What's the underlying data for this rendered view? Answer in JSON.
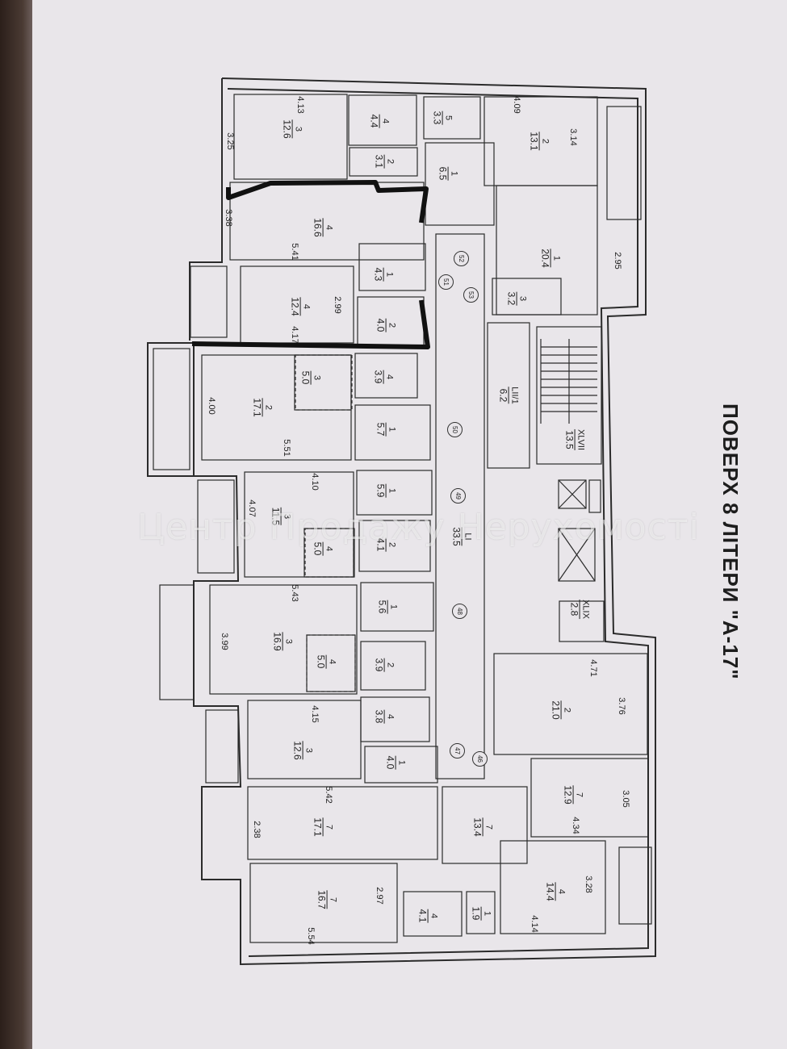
{
  "title": "ПОВЕРХ 8 ЛІТЕРИ \"А-17\"",
  "watermark": "Центр Продажу Нерухомості",
  "rooms": [
    {
      "id": "r1",
      "room_no": "3",
      "area": "12.6"
    },
    {
      "id": "r2",
      "room_no": "4",
      "area": "4.4"
    },
    {
      "id": "r3",
      "room_no": "5",
      "area": "3.3"
    },
    {
      "id": "r4",
      "room_no": "2",
      "area": "13.1"
    },
    {
      "id": "r5",
      "room_no": "2",
      "area": "3.1"
    },
    {
      "id": "r6",
      "room_no": "1",
      "area": "6.5"
    },
    {
      "id": "r7",
      "room_no": "4",
      "area": "16.6"
    },
    {
      "id": "r8",
      "room_no": "1",
      "area": "20.4"
    },
    {
      "id": "r9",
      "room_no": "1",
      "area": "4.3"
    },
    {
      "id": "r10",
      "room_no": "4",
      "area": "12.4"
    },
    {
      "id": "r11",
      "room_no": "2",
      "area": "4.0"
    },
    {
      "id": "r12",
      "room_no": "3",
      "area": "3.2"
    },
    {
      "id": "r13",
      "room_no": "3",
      "area": "5.0"
    },
    {
      "id": "r14",
      "room_no": "4",
      "area": "3.9"
    },
    {
      "id": "r15",
      "room_no": "LII/1",
      "area": "6.2"
    },
    {
      "id": "r16",
      "room_no": "2",
      "area": "17.1"
    },
    {
      "id": "r17",
      "room_no": "1",
      "area": "5.7"
    },
    {
      "id": "r18",
      "room_no": "XLVII",
      "area": "13.5"
    },
    {
      "id": "r19",
      "room_no": "1",
      "area": "5.9"
    },
    {
      "id": "r20",
      "room_no": "3",
      "area": "11.5"
    },
    {
      "id": "r21",
      "room_no": "4",
      "area": "5.0"
    },
    {
      "id": "r22",
      "room_no": "2",
      "area": "4.1"
    },
    {
      "id": "r23",
      "room_no": "LI",
      "area": "33.5"
    },
    {
      "id": "r24",
      "room_no": "1",
      "area": "5.6"
    },
    {
      "id": "r25",
      "room_no": "XLIX",
      "area": "2.8"
    },
    {
      "id": "r26",
      "room_no": "3",
      "area": "16.9"
    },
    {
      "id": "r27",
      "room_no": "4",
      "area": "5.0"
    },
    {
      "id": "r28",
      "room_no": "2",
      "area": "3.9"
    },
    {
      "id": "r29",
      "room_no": "2",
      "area": "21.0"
    },
    {
      "id": "r30",
      "room_no": "4",
      "area": "3.8"
    },
    {
      "id": "r31",
      "room_no": "3",
      "area": "12.6"
    },
    {
      "id": "r32",
      "room_no": "1",
      "area": "4.0"
    },
    {
      "id": "r33",
      "room_no": "7",
      "area": "12.9"
    },
    {
      "id": "r34",
      "room_no": "7",
      "area": "17.1"
    },
    {
      "id": "r35",
      "room_no": "7",
      "area": "13.4"
    },
    {
      "id": "r36",
      "room_no": "4",
      "area": "14.4"
    },
    {
      "id": "r37",
      "room_no": "7",
      "area": "16.7"
    },
    {
      "id": "r38",
      "room_no": "4",
      "area": "4.1"
    },
    {
      "id": "r39",
      "room_no": "1",
      "area": "1.9"
    }
  ],
  "dimensions": [
    "4.13",
    "3.25",
    "4.09",
    "3.14",
    "3.38",
    "5.41",
    "2.95",
    "2.99",
    "4.17",
    "4.00",
    "5.51",
    "4.10",
    "4.07",
    "5.43",
    "3.99",
    "4.71",
    "3.76",
    "4.15",
    "5.42",
    "2.38",
    "3.05",
    "4.34",
    "2.97",
    "3.28",
    "5.54",
    "4.14"
  ],
  "units": [
    "52",
    "51",
    "53",
    "50",
    "49",
    "48",
    "47",
    "46"
  ]
}
